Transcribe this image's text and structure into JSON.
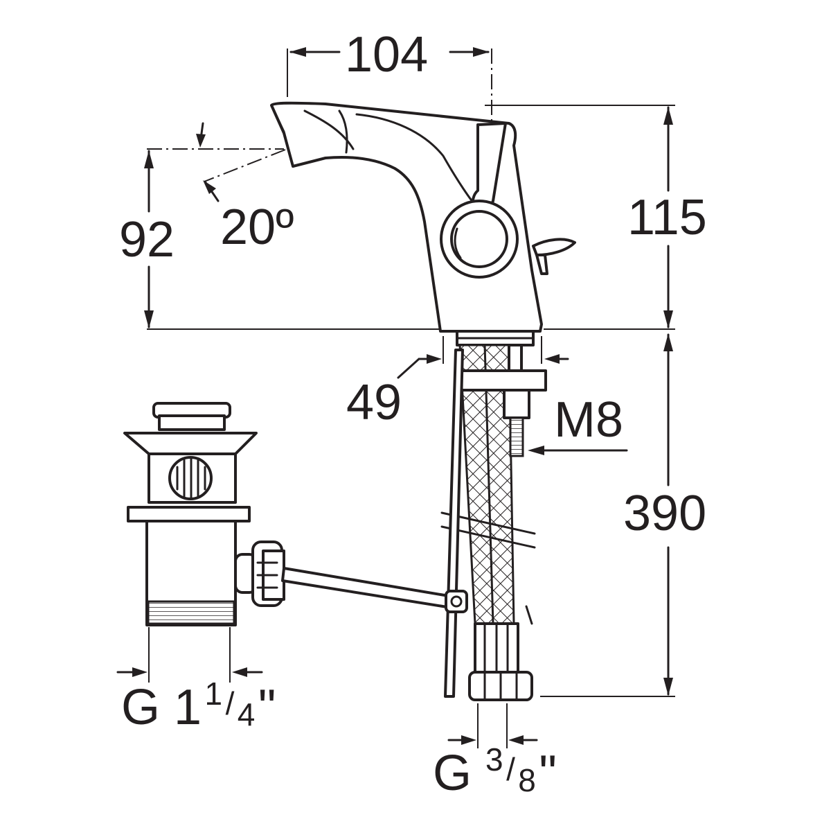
{
  "dimensions": {
    "spout_reach": "104",
    "spout_height": "92",
    "spout_angle": "20º",
    "total_height": "115",
    "base_diameter": "49",
    "thread_rod": "M8",
    "hose_length": "390",
    "waste_thread": {
      "main": "G 1",
      "num": "1",
      "slash": "/",
      "den": "4",
      "inch": "\""
    },
    "hose_thread": {
      "main": "G ",
      "num": "3",
      "slash": "/",
      "den": "8",
      "inch": "\""
    }
  }
}
